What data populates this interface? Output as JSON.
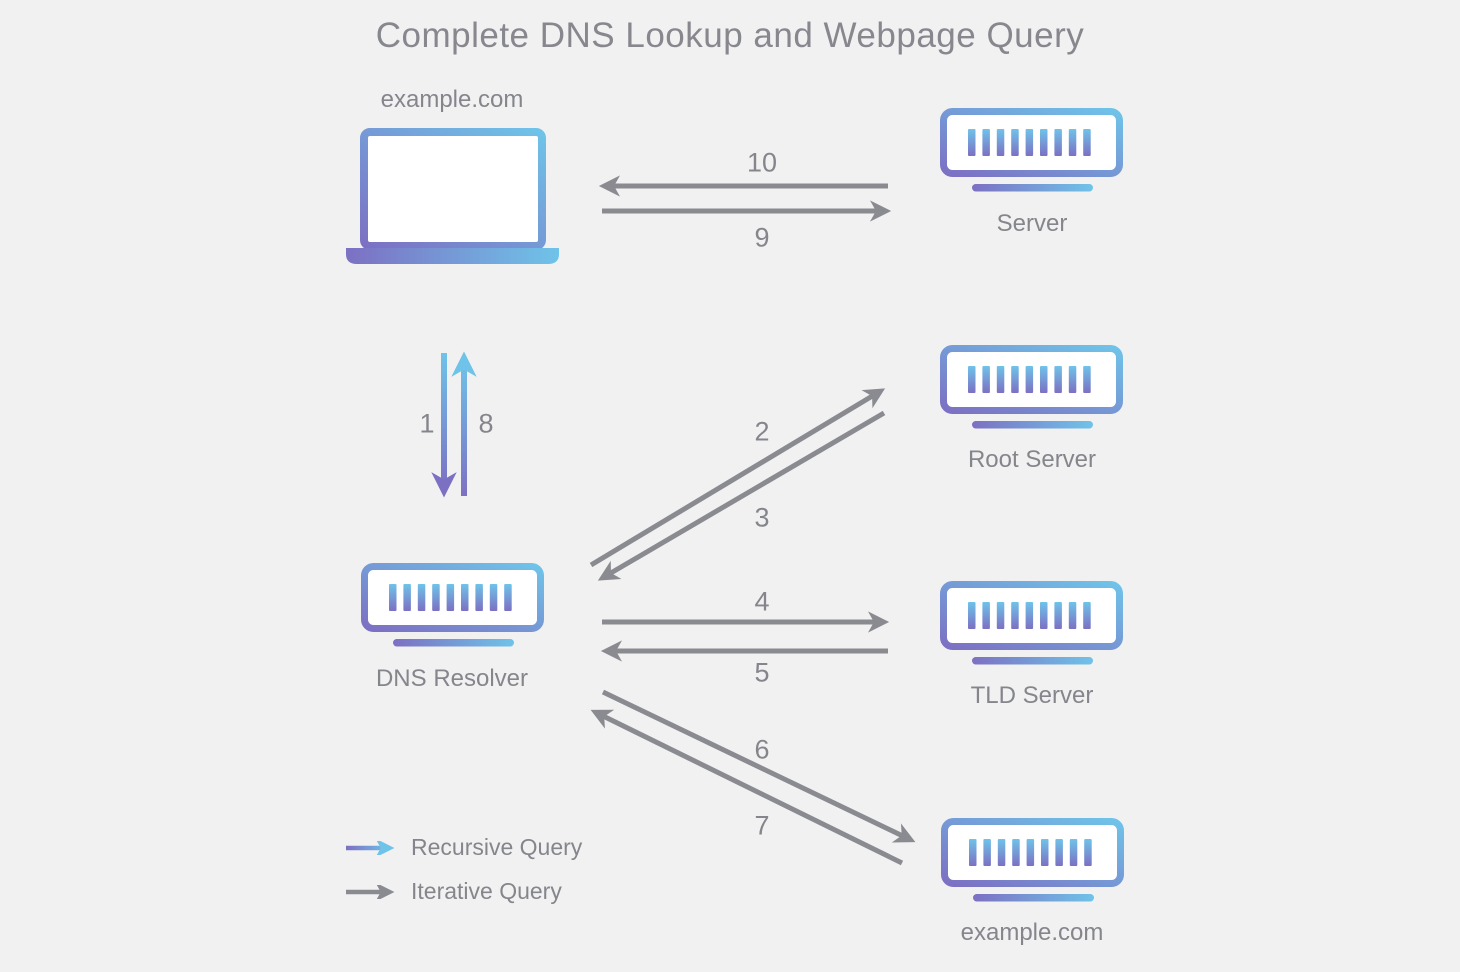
{
  "title": "Complete DNS Lookup and Webpage Query",
  "nodes": {
    "client": {
      "label": "example.com",
      "icon": "laptop-icon"
    },
    "web_server": {
      "label": "Server",
      "icon": "server-icon"
    },
    "root_server": {
      "label": "Root Server",
      "icon": "server-icon"
    },
    "dns_resolver": {
      "label": "DNS Resolver",
      "icon": "server-icon"
    },
    "tld_server": {
      "label": "TLD Server",
      "icon": "server-icon"
    },
    "authoritative_server": {
      "label": "example.com",
      "icon": "server-icon"
    }
  },
  "steps": {
    "n1": "1",
    "n2": "2",
    "n3": "3",
    "n4": "4",
    "n5": "5",
    "n6": "6",
    "n7": "7",
    "n8": "8",
    "n9": "9",
    "n10": "10"
  },
  "legend": {
    "recursive": {
      "label": "Recursive Query",
      "arrow_style": "gradient-purple-blue"
    },
    "iterative": {
      "label": "Iterative Query",
      "arrow_style": "gray"
    }
  },
  "colors": {
    "purple": "#7C70C3",
    "blue": "#6FC3E9",
    "arrow_gray": "#8A8B90",
    "text_gray": "#85868C",
    "background": "#F1F1F2"
  }
}
